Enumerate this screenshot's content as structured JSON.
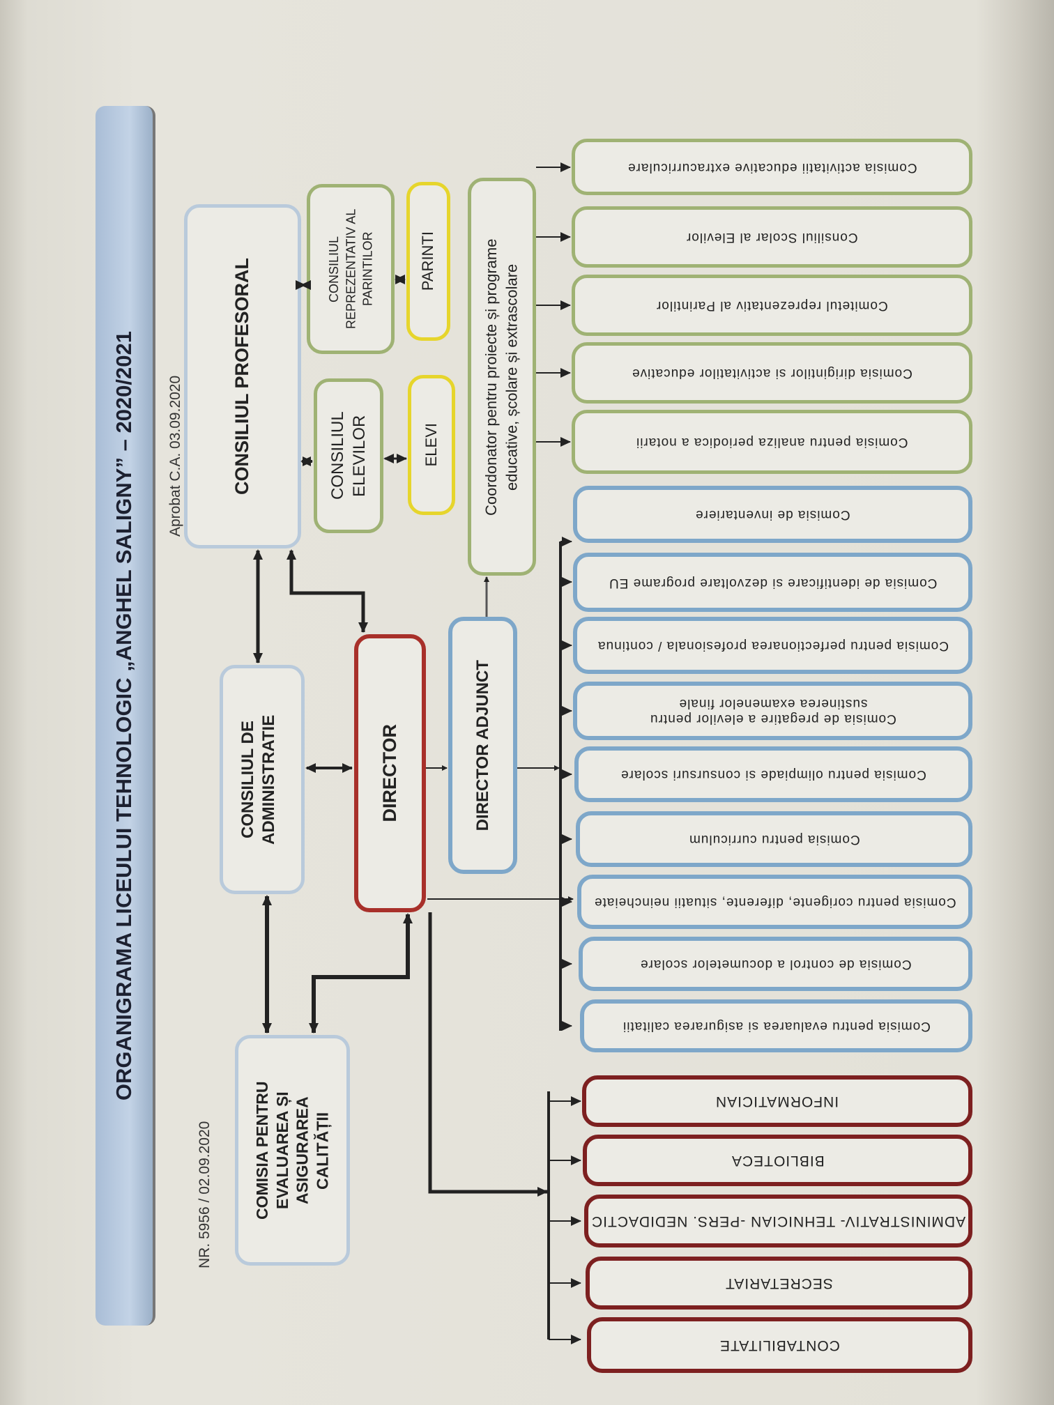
{
  "header": {
    "title": "ORGANIGRAMA  LICEULUI TEHNOLOGIC „ANGHEL SALIGNY” – 2020/2021",
    "approval": "Aprobat C.A. 03.09.2020",
    "registration": "NR.  5956 / 02.09.2020"
  },
  "left_boxes": {
    "consiliul_profesoral": "CONSILIUL PROFESORAL",
    "consiliul_administratie": "CONSILIUL DE ADMINISTRATIE",
    "comisia_calitate": "COMISIA PENTRU EVALUAREA ȘI ASIGURAREA CALITĂȚII",
    "consiliul_elevilor": "CONSILIUL ELEVILOR",
    "consiliul_parintilor": "CONSILIUL REPREZENTATIV AL PARINTILOR",
    "elevi": "ELEVI",
    "parinti": "PARINTI",
    "coordonator": "Coordonator pentru proiecte și programe educative, școlare și extrascolare",
    "director": "DIRECTOR",
    "director_adjunct": "DIRECTOR ADJUNCT"
  },
  "green_committees": [
    "Comisia activitatii educative  extracurriculare",
    "Consiliul Scolar al Elevilor",
    "Comitetul reprezentativ al Parintilor",
    "Comisia dirigintilor si activitatilor educative",
    "Comisia pentru analiza periodica a notarii"
  ],
  "blue_committees": [
    "Comisia de inventariere",
    "Comisia de identificare si dezvoltare programe EU",
    "Comisia pentru perfectionarea profesionala / continua",
    "Comisia de pregatire a elevilor pentru sustinerea examenelor finale",
    "Comisia pentru olimpiade si consursuri scolare",
    "Comisia pentru curriculum",
    "Comisia  pentru corigente, diferente, situatii neincheiate",
    "Comisia de control a documetelor scolare",
    "Comisia pentru evaluarea si asigurarea calitatii"
  ],
  "red_departments": [
    "INFORMATICIAN",
    "BIBLIOTECA",
    "ADMINISTRATIV- TEHNICIAN   -PERS. NEDIDACTIC",
    "SECRETARIAT",
    "CONTABILITATE"
  ],
  "colors": {
    "green": "#9fb274",
    "blue": "#7ea7c9",
    "red": "#7d2020",
    "yellow": "#e6d52c",
    "light_blue": "#b9cadb"
  }
}
